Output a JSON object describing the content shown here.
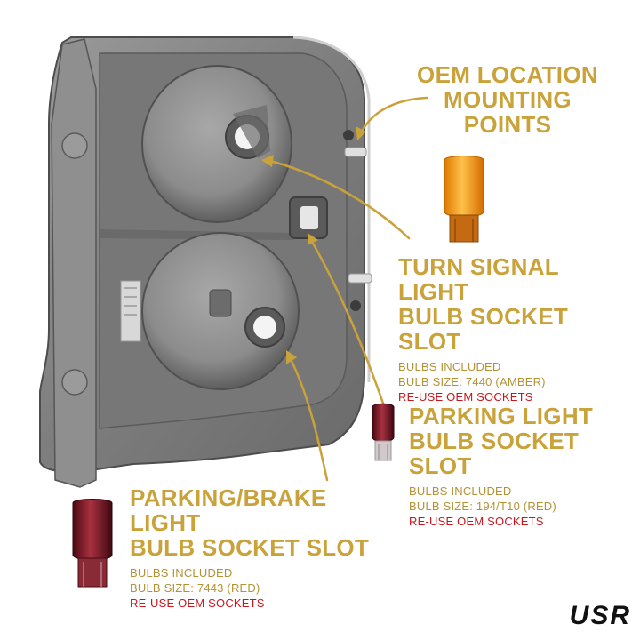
{
  "callouts": {
    "oem": {
      "line1": "OEM LOCATION",
      "line2": "MOUNTING POINTS"
    },
    "turn_signal": {
      "line1": "TURN SIGNAL LIGHT",
      "line2": "BULB SOCKET SLOT",
      "included": "BULBS INCLUDED",
      "size": "BULB SIZE: 7440 (AMBER)",
      "reuse": "RE-USE OEM SOCKETS"
    },
    "parking": {
      "line1": "PARKING LIGHT",
      "line2": "BULB SOCKET SLOT",
      "included": "BULBS INCLUDED",
      "size": "BULB SIZE: 194/T10 (RED)",
      "reuse": "RE-USE OEM SOCKETS"
    },
    "brake": {
      "line1": "PARKING/BRAKE LIGHT",
      "line2": "BULB SOCKET SLOT",
      "included": "BULBS INCLUDED",
      "size": "BULB SIZE: 7443 (RED)",
      "reuse": "RE-USE OEM SOCKETS"
    }
  },
  "brand": {
    "logo_text": "USR"
  },
  "colors": {
    "gold": "#c9a23a",
    "red": "#c9161d",
    "housing": "#8a8a8a",
    "amber_bulb": "#f29a10",
    "red_bulb": "#7a1420"
  },
  "icons": {
    "amber_bulb": "amber-7440-bulb-icon",
    "red_bulb_small": "red-194-bulb-icon",
    "red_bulb_large": "red-7443-bulb-icon"
  }
}
